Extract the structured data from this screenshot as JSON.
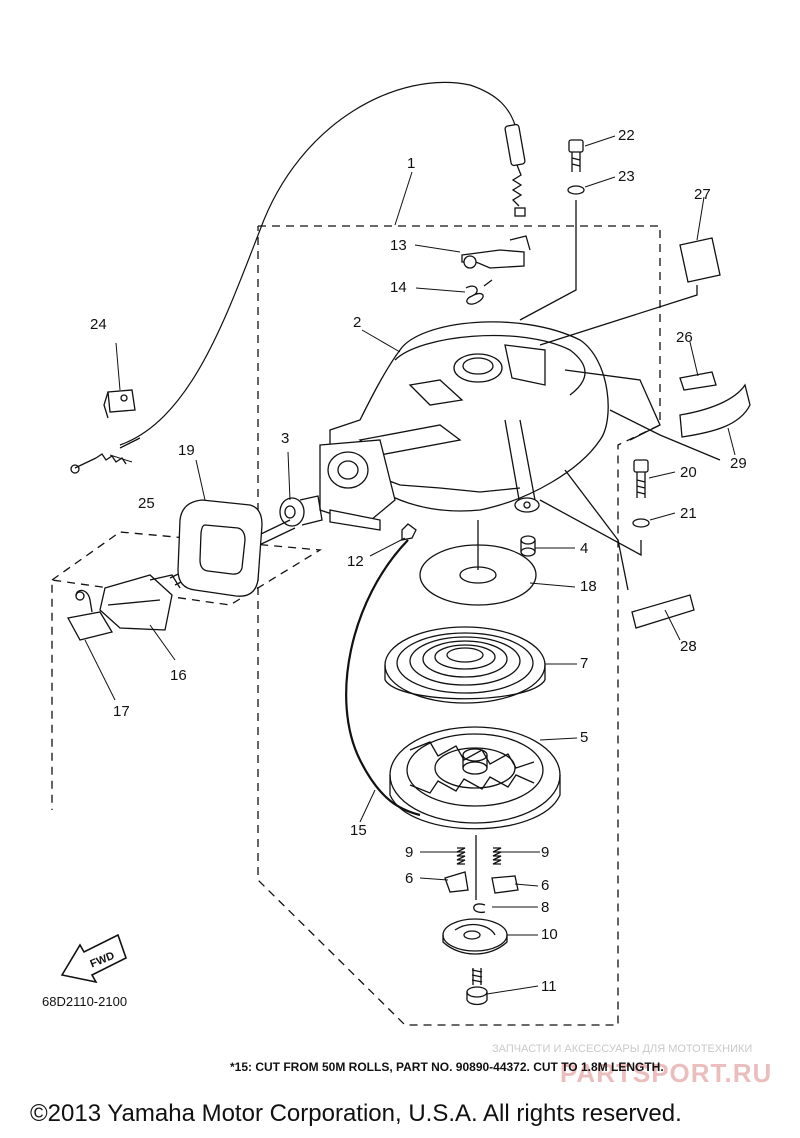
{
  "diagram": {
    "code": "68D2110-2100",
    "fwd_label": "FWD",
    "footnote": "*15:  CUT FROM 50M ROLLS, PART NO. 90890-44372. CUT TO 1.8M LENGTH.",
    "watermark_text": "ЗАПЧАСТИ И АКСЕССУАРЫ ДЛЯ МОТОТЕХНИКИ",
    "watermark_logo": "PARTSPORT.RU",
    "copyright": "©2013 Yamaha Motor Corporation, U.S.A. All rights reserved.",
    "callouts": [
      "1",
      "2",
      "3",
      "4",
      "5",
      "6",
      "6",
      "7",
      "8",
      "9",
      "9",
      "10",
      "11",
      "12",
      "13",
      "14",
      "15",
      "16",
      "17",
      "18",
      "19",
      "20",
      "21",
      "22",
      "23",
      "24",
      "25",
      "26",
      "27",
      "28",
      "29"
    ]
  }
}
